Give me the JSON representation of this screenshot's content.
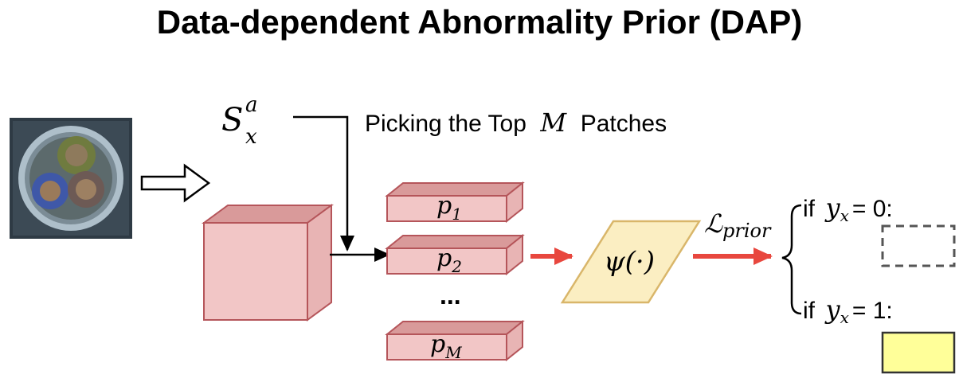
{
  "title": "Data-dependent Abnormality Prior (DAP)",
  "score_label": {
    "base": "S",
    "sup": "a",
    "sub": "x"
  },
  "picking_label": {
    "pre": "Picking the Top",
    "var": "M",
    "post": "Patches"
  },
  "patches": [
    {
      "base": "p",
      "sub": "1"
    },
    {
      "base": "p",
      "sub": "2"
    },
    {
      "base": "p",
      "sub": "M"
    }
  ],
  "ellipsis": "...",
  "psi_label": "ψ(·)",
  "loss_label": {
    "base": "ℒ",
    "sub": "prior"
  },
  "cases": [
    {
      "prefix": "if",
      "var": "y",
      "sub": "x",
      "eq": "= 0:"
    },
    {
      "prefix": "if",
      "var": "y",
      "sub": "x",
      "eq": "= 1:"
    }
  ],
  "colors": {
    "patch_fill": "#f2c6c6",
    "patch_top": "#d99a9a",
    "patch_stroke": "#b5555a",
    "psi_fill": "#fbeec2",
    "psi_stroke": "#d9b66a",
    "red_arrow": "#e8473e",
    "yellow_box": "#ffff99"
  }
}
